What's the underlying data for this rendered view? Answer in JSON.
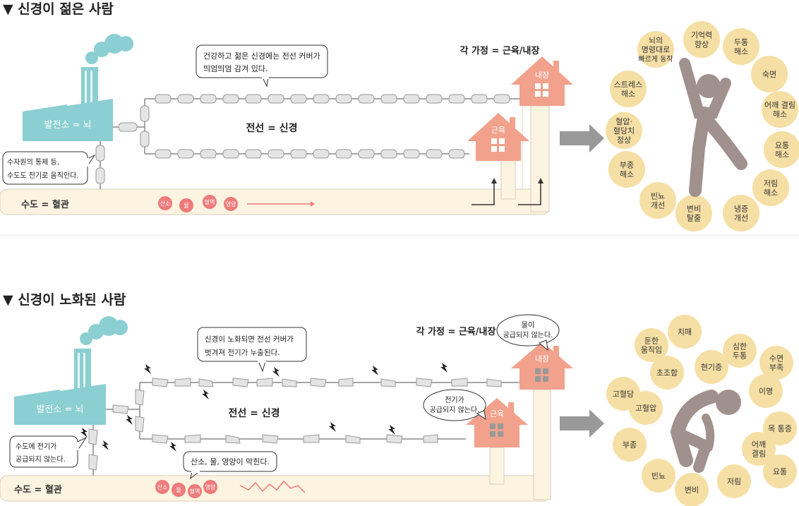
{
  "panels": {
    "young": {
      "heading": "▼ 신경이 젊은 사람",
      "plant_label": "발전소 = 뇌",
      "wire_label": "전선 = 신경",
      "home_label": "각 가정 = 근육/내장",
      "house_top": "내장",
      "house_bottom": "근육",
      "pipe_label": "수도 = 혈관",
      "bubble_top": [
        "건강하고 젊은 신경에는 전선 커버가",
        "띄엄띄엄 감겨 있다."
      ],
      "bubble_left": [
        "수자원의 통제 등,",
        "수도도 전기로 움직인다."
      ],
      "pipe_dots": [
        "산소",
        "물",
        "혈액",
        "영양"
      ],
      "effects": [
        [
          "뇌의",
          "명령대로",
          "빠르게 동작"
        ],
        [
          "기억력",
          "향상"
        ],
        [
          "두통",
          "해소"
        ],
        [
          "숙면"
        ],
        [
          "어깨 결림",
          "해소"
        ],
        [
          "요통",
          "해소"
        ],
        [
          "저림",
          "해소"
        ],
        [
          "냉증",
          "개선"
        ],
        [
          "변비",
          "탈출"
        ],
        [
          "빈뇨",
          "개선"
        ],
        [
          "부종",
          "해소"
        ],
        [
          "혈압·",
          "혈당치",
          "정상"
        ],
        [
          "스트레스",
          "해소"
        ]
      ]
    },
    "old": {
      "heading": "▼ 신경이 노화된 사람",
      "plant_label": "발전소 = 뇌",
      "wire_label": "전선 = 신경",
      "home_label": "각 가정 = 근육/내장",
      "house_top": "내장",
      "house_bottom": "근육",
      "pipe_label": "수도 = 혈관",
      "bubble_top": [
        "신경이 노화되면 전선 커버가",
        "벗겨져 전기가 누출된다."
      ],
      "bubble_left": [
        "수도에 전기가",
        "공급되지 않는다."
      ],
      "bubble_pipe": [
        "산소, 물, 영양이 막힌다."
      ],
      "bubble_house_top": [
        "물이",
        "공급되지 않는다."
      ],
      "bubble_house_bottom": [
        "전기가",
        "공급되지 않는다."
      ],
      "pipe_dots": [
        "산소",
        "물",
        "혈액",
        "영양"
      ],
      "symptoms": [
        [
          "둔한",
          "움직임"
        ],
        [
          "치매"
        ],
        [
          "심한",
          "두통"
        ],
        [
          "수면",
          "부족"
        ],
        [
          "현기증"
        ],
        [
          "초조함"
        ],
        [
          "이명"
        ],
        [
          "고혈당"
        ],
        [
          "고혈압"
        ],
        [
          "목 통증"
        ],
        [
          "어깨",
          "결림"
        ],
        [
          "부종"
        ],
        [
          "요통"
        ],
        [
          "빈뇨"
        ],
        [
          "저림"
        ],
        [
          "변비"
        ]
      ]
    }
  },
  "colors": {
    "plant": "#8bcfd2",
    "house": "#f2a18c",
    "bubble": "#f6dfa4",
    "pipe": "#fdf3e1",
    "dot": "#ee7b7b",
    "figure": "#a0908e",
    "arrow": "#999999",
    "wire": "#888888"
  }
}
